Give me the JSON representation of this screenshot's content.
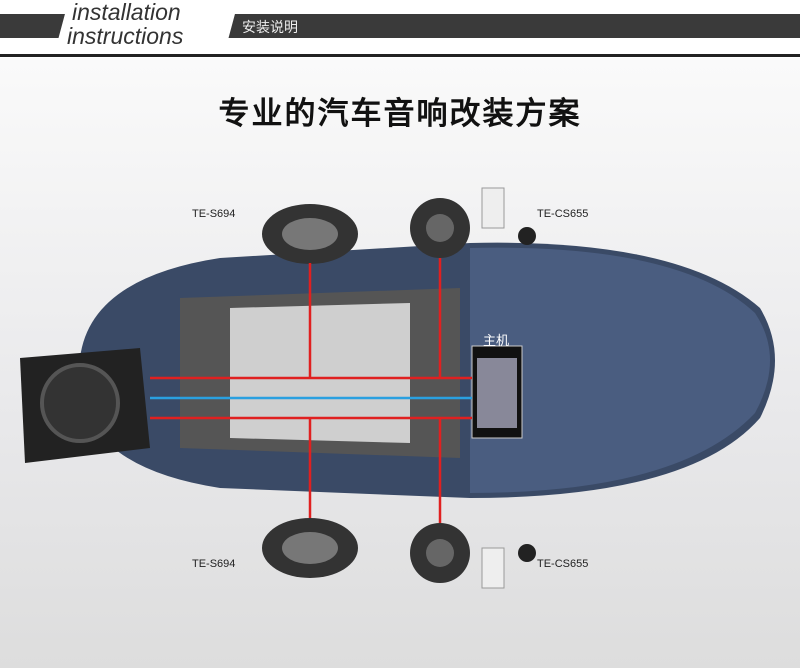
{
  "header": {
    "title_en_line1": "installation",
    "title_en_line2": "instructions",
    "title_cn": "安装说明"
  },
  "diagram": {
    "title": "专业的汽车音响改装方案",
    "labels": {
      "rear_left_speaker": "TE-S694",
      "front_left_component": "TE-CS655",
      "rear_right_speaker": "TE-S694",
      "front_right_component": "TE-CS655",
      "head_unit": "主机"
    },
    "colors": {
      "car_body": "#3a4a66",
      "wire_red": "#e02020",
      "wire_blue": "#2aa0e0"
    }
  }
}
